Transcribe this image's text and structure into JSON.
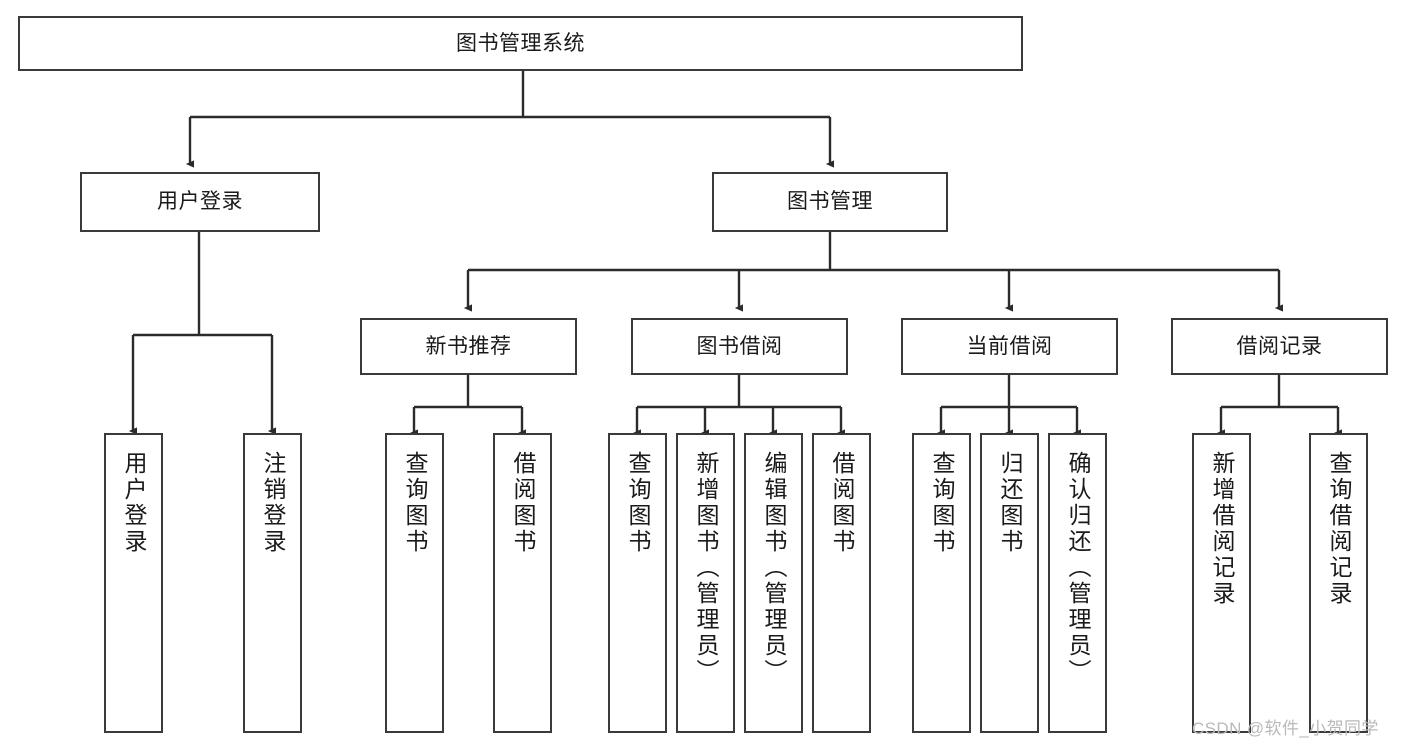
{
  "diagram": {
    "title": "图书管理系统",
    "type": "tree-hierarchy-chart",
    "root": {
      "id": "root",
      "label": "图书管理系统"
    },
    "level2": [
      {
        "id": "user-login",
        "label": "用户登录"
      },
      {
        "id": "book-manage",
        "label": "图书管理"
      }
    ],
    "level3": [
      {
        "id": "new-book-recommend",
        "label": "新书推荐"
      },
      {
        "id": "book-borrow",
        "label": "图书借阅"
      },
      {
        "id": "current-borrow",
        "label": "当前借阅"
      },
      {
        "id": "borrow-record",
        "label": "借阅记录"
      }
    ],
    "leaves": {
      "user_login": [
        {
          "id": "leaf-user-login",
          "label": "用户登录"
        },
        {
          "id": "leaf-logout-login",
          "label": "注销登录"
        }
      ],
      "new_book_recommend": [
        {
          "id": "leaf-query-book-1",
          "label": "查询图书"
        },
        {
          "id": "leaf-borrow-book-1",
          "label": "借阅图书"
        }
      ],
      "book_borrow": [
        {
          "id": "leaf-query-book-2",
          "label": "查询图书"
        },
        {
          "id": "leaf-add-book",
          "label": "新增图书（管理员）"
        },
        {
          "id": "leaf-edit-book",
          "label": "编辑图书（管理员）"
        },
        {
          "id": "leaf-borrow-book-2",
          "label": "借阅图书"
        }
      ],
      "current_borrow": [
        {
          "id": "leaf-query-book-3",
          "label": "查询图书"
        },
        {
          "id": "leaf-return-book",
          "label": "归还图书"
        },
        {
          "id": "leaf-confirm-return",
          "label": "确认归还（管理员）"
        }
      ],
      "borrow_record": [
        {
          "id": "leaf-add-record",
          "label": "新增借阅记录"
        },
        {
          "id": "leaf-query-record",
          "label": "查询借阅记录"
        }
      ]
    }
  },
  "watermark": {
    "text": "CSDN @软件_小贺同学"
  },
  "colors": {
    "background": "#ffffff",
    "node_border": "#3a3a3a",
    "node_fill": "#ffffff",
    "edge": "#2b2b2b",
    "text": "#1a1a1a",
    "watermark": "#b9b9b9"
  }
}
